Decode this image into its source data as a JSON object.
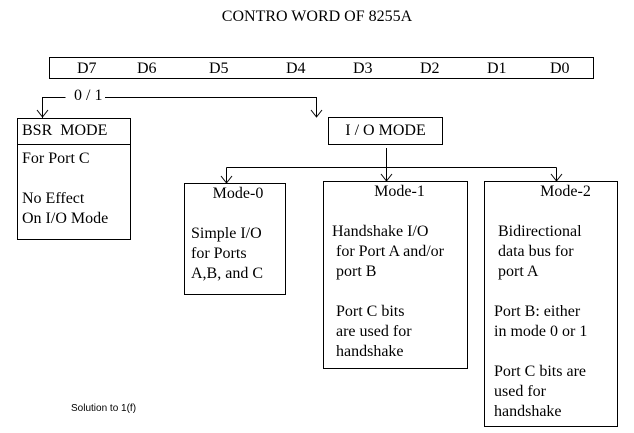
{
  "title": "CONTRO WORD OF 8255A",
  "bits": [
    "D7",
    "D6",
    "D5",
    "D4",
    "D3",
    "D2",
    "D1",
    "D0"
  ],
  "d7_selector_label": "0 / 1",
  "bsr_mode": {
    "title": "BSR  MODE",
    "lines": [
      "For Port C",
      "",
      "No Effect",
      "On I/O Mode"
    ]
  },
  "io_mode": {
    "title": "I / O MODE"
  },
  "modes": [
    {
      "title": "Mode-0",
      "lines": [
        "",
        "Simple I/O",
        "for Ports",
        "A,B, and C"
      ]
    },
    {
      "title": "Mode-1",
      "lines": [
        "",
        "Handshake I/O",
        " for Port A and/or",
        " port B",
        "",
        " Port C bits",
        " are used for",
        " handshake"
      ]
    },
    {
      "title": "Mode-2",
      "lines": [
        "",
        " Bidirectional",
        " data bus for",
        " port A",
        "",
        "Port B: either",
        "in mode 0 or 1",
        "",
        "Port C bits are",
        "used for",
        "handshake"
      ]
    }
  ],
  "footer": "Solution to 1(f)",
  "colors": {
    "line": "#000000",
    "background": "#ffffff"
  }
}
